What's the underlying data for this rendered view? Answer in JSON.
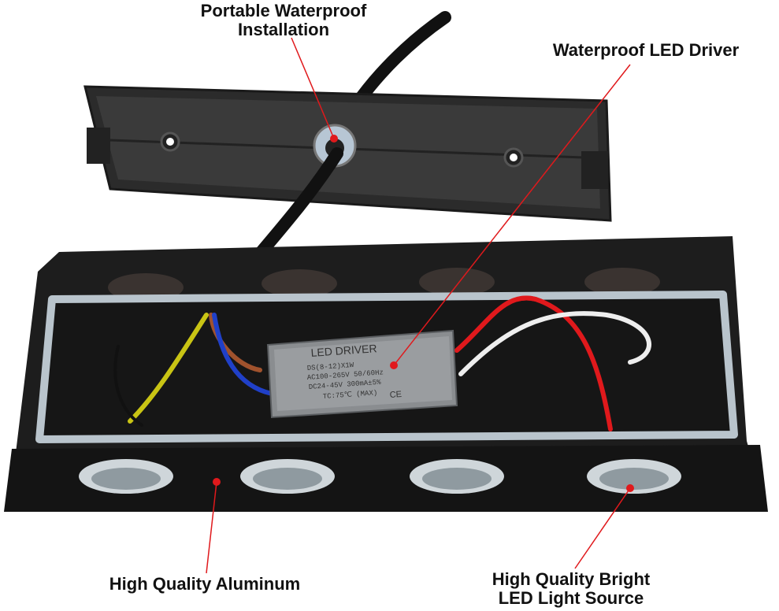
{
  "labels": {
    "portable_line1": "Portable Waterproof",
    "portable_line2": "Installation",
    "driver": "Waterproof LED Driver",
    "aluminum": "High Quality Aluminum",
    "bright_line1": "High Quality Bright",
    "bright_line2": "LED Light Source"
  },
  "driver_box": {
    "title": "LED DRIVER",
    "line1": "DS(8-12)X1W",
    "line2": "AC100-265V 50/60Hz",
    "line3": "DC24-45V 300mA±5%",
    "line4": "TC:75℃   (MAX)",
    "marks": "CE"
  },
  "colors": {
    "annotation": "#e0191c",
    "housing": "#1f1f1f",
    "gasket": "#b9c4cc",
    "driver_case": "#8a8d90"
  }
}
